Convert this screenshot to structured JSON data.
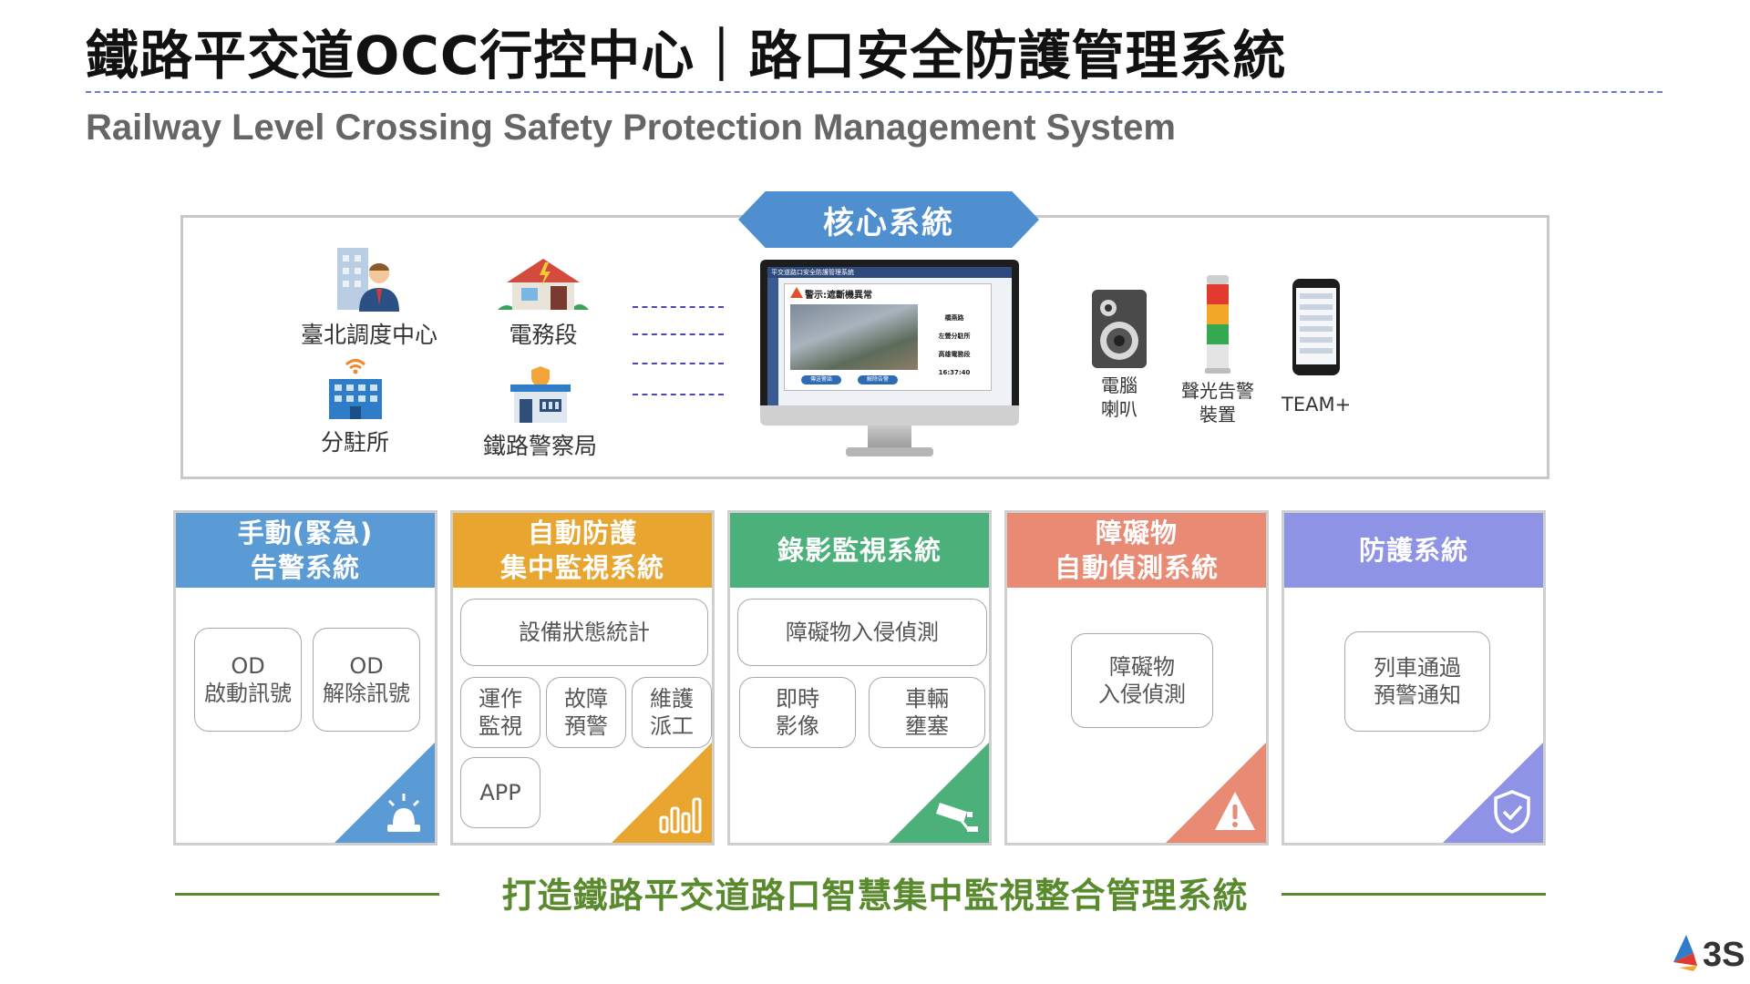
{
  "header": {
    "title": "鐵路平交道OCC行控中心｜路口安全防護管理系統",
    "subtitle": "Railway Level Crossing Safety Protection Management System"
  },
  "core": {
    "banner": "核心系統",
    "units": [
      {
        "label": "臺北調度中心",
        "icon": "office-person-icon"
      },
      {
        "label": "電務段",
        "icon": "house-icon"
      },
      {
        "label": "分駐所",
        "icon": "building-wifi-icon"
      },
      {
        "label": "鐵路警察局",
        "icon": "police-station-icon"
      }
    ],
    "screen": {
      "header": "平交道路口安全防護管理系統",
      "alert_title": "警示:遮斷機異常",
      "info_1": "橋燕路",
      "info_2": "左營分駐所",
      "info_3": "高雄電務段",
      "time": "16:37:40",
      "button_1": "傳送警語",
      "button_2": "解除告警"
    },
    "devices": [
      {
        "label": "電腦\n喇叭",
        "icon": "speaker-icon"
      },
      {
        "label": "聲光告警\n裝置",
        "icon": "signal-tower-icon"
      },
      {
        "label": "TEAM+",
        "icon": "smartphone-icon"
      }
    ]
  },
  "cards": [
    {
      "title": "手動(緊急)\n告警系統",
      "color": "#5a9bd5",
      "icon": "alarm-siren-icon",
      "boxes": [
        "OD\n啟動訊號",
        "OD\n解除訊號"
      ]
    },
    {
      "title": "自動防護\n集中監視系統",
      "color": "#e8a630",
      "icon": "bar-chart-icon",
      "boxes": [
        "設備狀態統計",
        "運作\n監視",
        "故障\n預警",
        "維護\n派工",
        "APP"
      ]
    },
    {
      "title": "錄影監視系統",
      "color": "#4cb07a",
      "icon": "cctv-camera-icon",
      "boxes": [
        "障礙物入侵偵測",
        "即時\n影像",
        "車輛\n壅塞"
      ]
    },
    {
      "title": "障礙物\n自動偵測系統",
      "color": "#e98b74",
      "icon": "warning-icon",
      "boxes": [
        "障礙物\n入侵偵測"
      ]
    },
    {
      "title": "防護系統",
      "color": "#8f93e6",
      "icon": "shield-check-icon",
      "boxes": [
        "列車通過\n預警通知"
      ]
    }
  ],
  "tagline": "打造鐵路平交道路口智慧集中監視整合管理系統",
  "logo": {
    "text": "3S",
    "icon": "3s-logo-icon"
  },
  "colors": {
    "tagline": "#5a8a2e",
    "banner": "#4f8fcf",
    "title_rule": "#6c7bc2"
  }
}
